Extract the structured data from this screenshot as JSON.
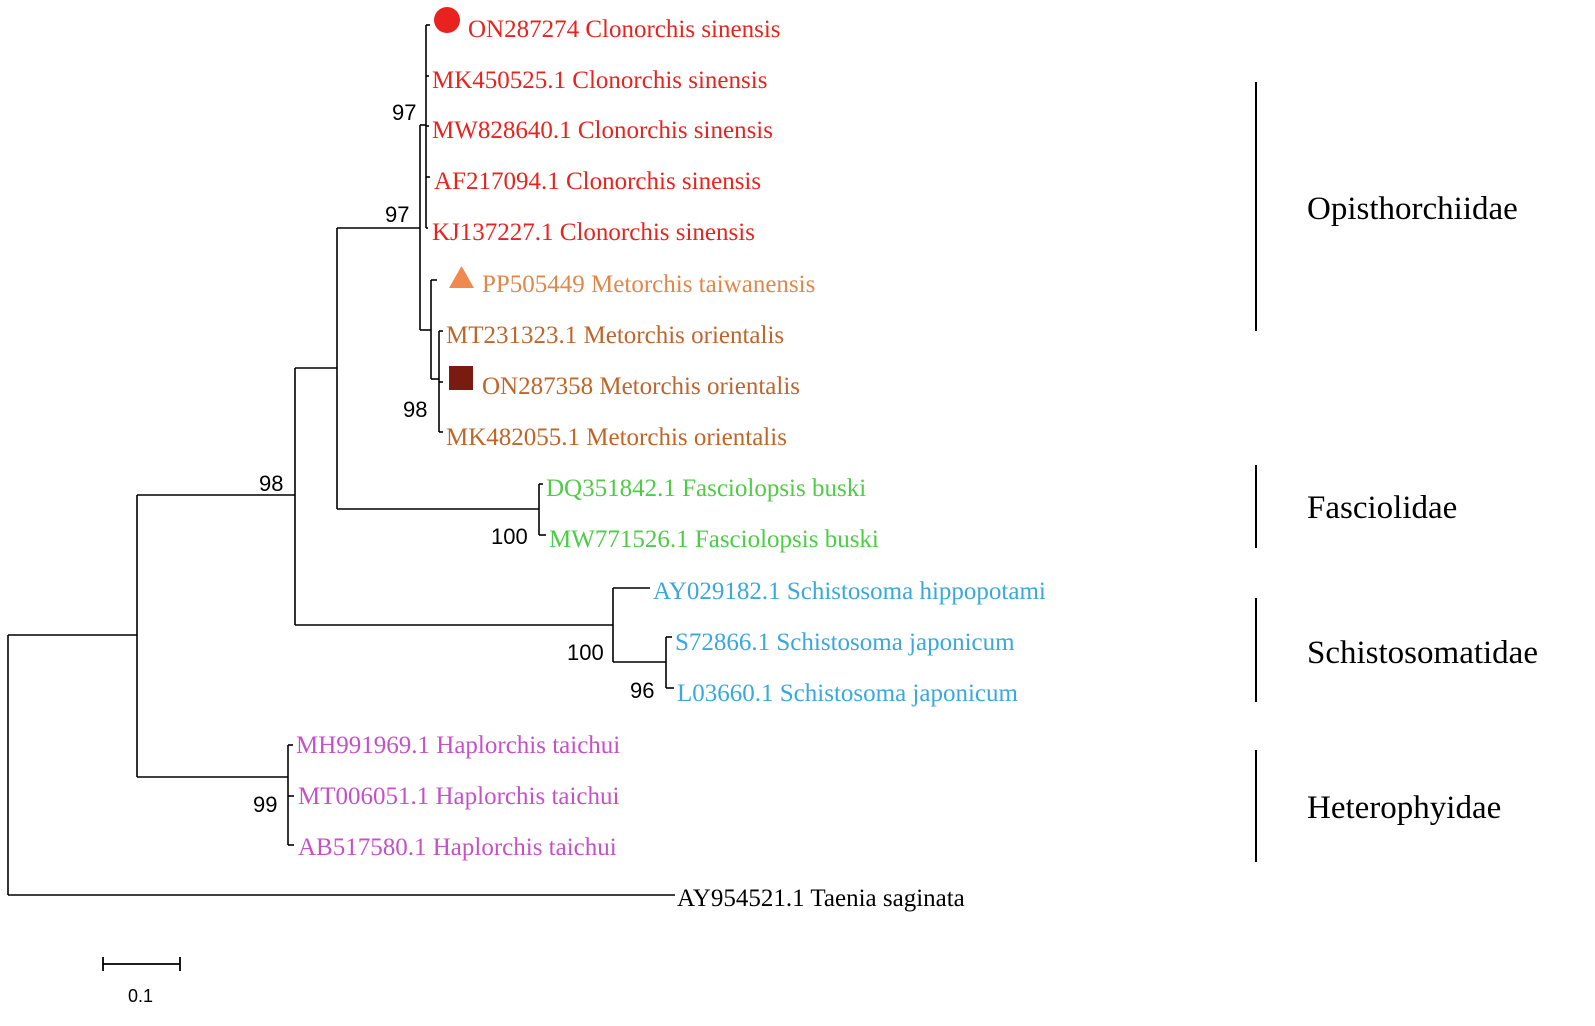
{
  "colors": {
    "clonorchis": "#e8231f",
    "metorchis": "#c0652a",
    "taiwanensis": "#e0874a",
    "fasciolopsis": "#4ecc47",
    "schistosoma": "#3aa7df",
    "haplorchis": "#c651c7",
    "outgroup": "#000000",
    "circle_marker": "#e8231f",
    "triangle_marker": "#ef8a4f",
    "square_marker": "#7a1b12"
  },
  "leaves": [
    {
      "label": "ON287274 Clonorchis sinensis",
      "color_key": "clonorchis",
      "marker": "circle"
    },
    {
      "label": "MK450525.1 Clonorchis sinensis",
      "color_key": "clonorchis"
    },
    {
      "label": "MW828640.1 Clonorchis sinensis",
      "color_key": "clonorchis"
    },
    {
      "label": "AF217094.1 Clonorchis sinensis",
      "color_key": "clonorchis"
    },
    {
      "label": "KJ137227.1 Clonorchis sinensis",
      "color_key": "clonorchis"
    },
    {
      "label": "PP505449 Metorchis taiwanensis",
      "color_key": "taiwanensis",
      "marker": "triangle"
    },
    {
      "label": "MT231323.1 Metorchis orientalis",
      "color_key": "metorchis"
    },
    {
      "label": "ON287358 Metorchis orientalis",
      "color_key": "metorchis",
      "marker": "square"
    },
    {
      "label": "MK482055.1 Metorchis orientalis",
      "color_key": "metorchis"
    },
    {
      "label": "DQ351842.1 Fasciolopsis buski",
      "color_key": "fasciolopsis"
    },
    {
      "label": "MW771526.1 Fasciolopsis buski",
      "color_key": "fasciolopsis"
    },
    {
      "label": "AY029182.1 Schistosoma hippopotami",
      "color_key": "schistosoma"
    },
    {
      "label": "S72866.1 Schistosoma japonicum",
      "color_key": "schistosoma"
    },
    {
      "label": "L03660.1 Schistosoma japonicum",
      "color_key": "schistosoma"
    },
    {
      "label": "MH991969.1 Haplorchis taichui",
      "color_key": "haplorchis"
    },
    {
      "label": "MT006051.1 Haplorchis taichui",
      "color_key": "haplorchis"
    },
    {
      "label": "AB517580.1 Haplorchis taichui",
      "color_key": "haplorchis"
    },
    {
      "label": "AY954521.1 Taenia saginata",
      "color_key": "outgroup"
    }
  ],
  "bootstrap": [
    "97",
    "97",
    "98",
    "98",
    "100",
    "100",
    "96",
    "99"
  ],
  "families": [
    "Opisthorchiidae",
    "Fasciolidae",
    "Schistosomatidae",
    "Heterophyidae"
  ],
  "scale": {
    "label": "0.1"
  }
}
